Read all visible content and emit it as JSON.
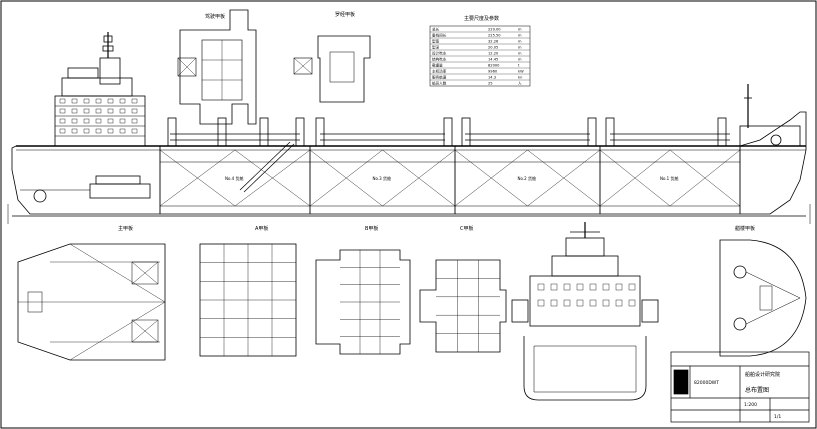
{
  "drawing": {
    "sheet_bg": "#ffffff",
    "line_color": "#000000",
    "views": {
      "bridge_deck": "驾驶甲板",
      "compass_deck": "罗经甲板",
      "forecastle_deck": "艏楼甲板",
      "upper_deck": "主甲板",
      "deck_a": "A甲板",
      "deck_b": "B甲板",
      "deck_c": "C甲板",
      "midship_section": "",
      "cargo_hold_labels": [
        "No.4 货舱",
        "No.3 货舱",
        "No.2 货舱",
        "No.1 货舱"
      ]
    },
    "particulars": {
      "title": "主要尺度及参数",
      "rows": [
        [
          "总长",
          "229.00",
          "m"
        ],
        [
          "垂线间长",
          "225.50",
          "m"
        ],
        [
          "型宽",
          "32.26",
          "m"
        ],
        [
          "型深",
          "20.05",
          "m"
        ],
        [
          "设计吃水",
          "12.20",
          "m"
        ],
        [
          "结构吃水",
          "14.45",
          "m"
        ],
        [
          "载重量",
          "82000",
          "t"
        ],
        [
          "主机功率",
          "9960",
          "kW"
        ],
        [
          "服务航速",
          "14.3",
          "kn"
        ],
        [
          "船员人数",
          "25",
          "人"
        ]
      ]
    },
    "title_block": {
      "company": "船舶设计研究院",
      "drawing_name": "总布置图",
      "drawing_no": "82000DWT",
      "scale": "1:200",
      "sheet": "1/1"
    }
  }
}
